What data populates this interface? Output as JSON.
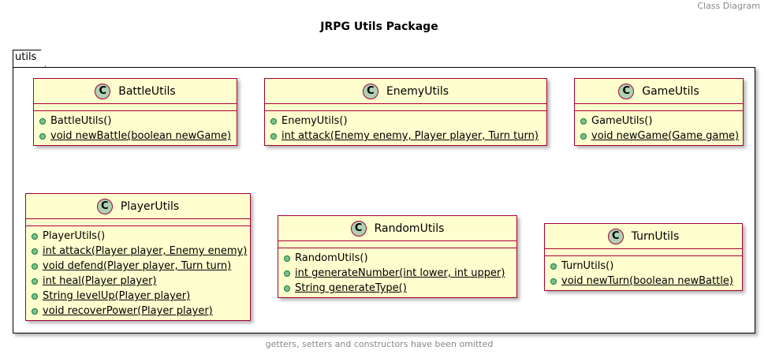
{
  "header_text": "Class Diagram",
  "title": "JRPG Utils Package",
  "footer_text": "getters, setters and constructors have been omitted",
  "package": {
    "name": "utils"
  },
  "colors": {
    "class_fill": "#FEFECE",
    "class_border": "#A80036",
    "icon_fill": "#ADD1B2",
    "method_dot": "#84BE84"
  },
  "classes": [
    {
      "icon": "C",
      "name": "BattleUtils",
      "methods": [
        {
          "label": "BattleUtils()",
          "static": false
        },
        {
          "label": "void newBattle(boolean newGame)",
          "static": true
        }
      ]
    },
    {
      "icon": "C",
      "name": "EnemyUtils",
      "methods": [
        {
          "label": "EnemyUtils()",
          "static": false
        },
        {
          "label": "int attack(Enemy enemy, Player player, Turn turn)",
          "static": true
        }
      ]
    },
    {
      "icon": "C",
      "name": "GameUtils",
      "methods": [
        {
          "label": "GameUtils()",
          "static": false
        },
        {
          "label": "void newGame(Game game)",
          "static": true
        }
      ]
    },
    {
      "icon": "C",
      "name": "PlayerUtils",
      "methods": [
        {
          "label": "PlayerUtils()",
          "static": false
        },
        {
          "label": "int attack(Player player, Enemy enemy)",
          "static": true
        },
        {
          "label": "void defend(Player player, Turn turn)",
          "static": true
        },
        {
          "label": "int heal(Player player)",
          "static": true
        },
        {
          "label": "String levelUp(Player player)",
          "static": true
        },
        {
          "label": "void recoverPower(Player player)",
          "static": true
        }
      ]
    },
    {
      "icon": "C",
      "name": "RandomUtils",
      "methods": [
        {
          "label": "RandomUtils()",
          "static": false
        },
        {
          "label": "int generateNumber(int lower, int upper)",
          "static": true
        },
        {
          "label": "String generateType()",
          "static": true
        }
      ]
    },
    {
      "icon": "C",
      "name": "TurnUtils",
      "methods": [
        {
          "label": "TurnUtils()",
          "static": false
        },
        {
          "label": "void newTurn(boolean newBattle)",
          "static": true
        }
      ]
    }
  ]
}
